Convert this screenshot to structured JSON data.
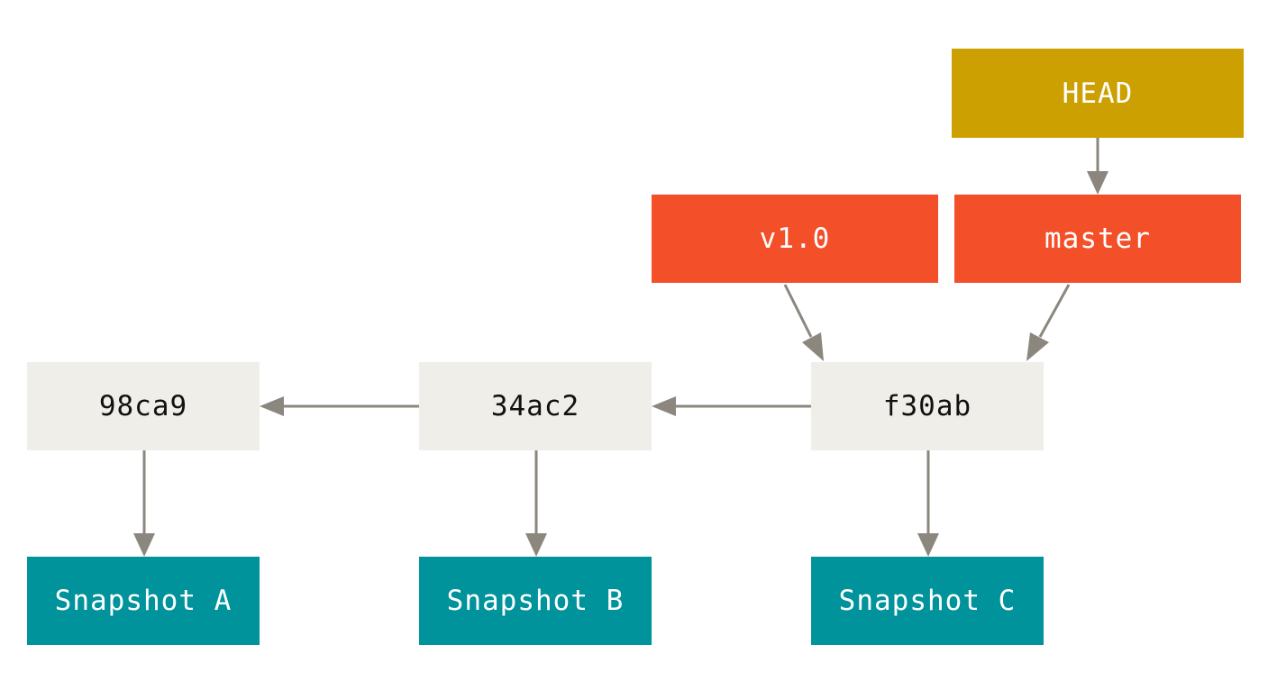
{
  "colors": {
    "commit_fill": "#efeee8",
    "snapshot_fill": "#00939b",
    "branch_fill": "#f34f29",
    "head_fill": "#cca000",
    "arrow": "#8c877e"
  },
  "commits": [
    {
      "id": "98ca9"
    },
    {
      "id": "34ac2"
    },
    {
      "id": "f30ab"
    }
  ],
  "snapshots": [
    {
      "label": "Snapshot A"
    },
    {
      "label": "Snapshot B"
    },
    {
      "label": "Snapshot C"
    }
  ],
  "refs": {
    "tag": "v1.0",
    "branch": "master",
    "head": "HEAD"
  }
}
